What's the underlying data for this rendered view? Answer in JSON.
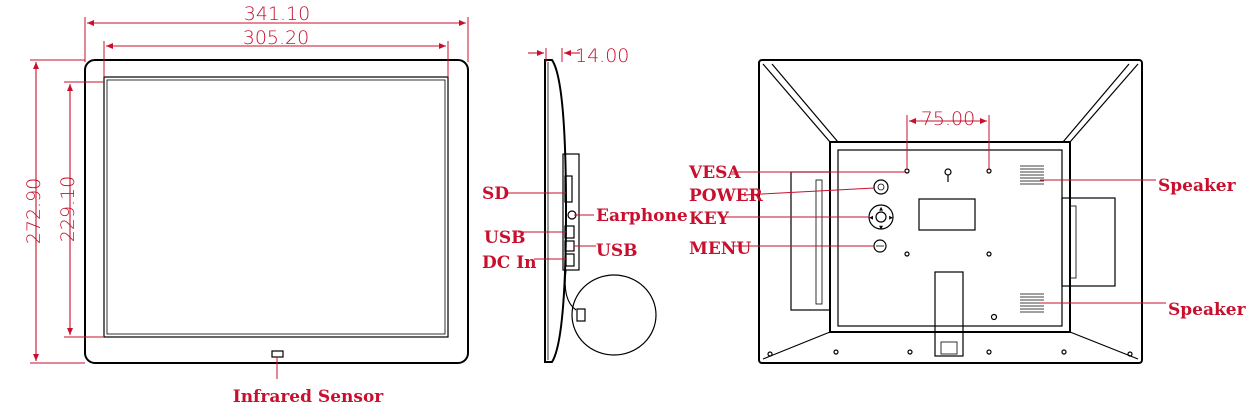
{
  "colors": {
    "dimension": "#c8102e",
    "outline": "#000000",
    "label": "#c8102e"
  },
  "front": {
    "overall_width": "341.10",
    "screen_width": "305.20",
    "overall_height": "272.90",
    "screen_height": "229.10",
    "infrared_sensor": "Infrared Sensor"
  },
  "side": {
    "depth": "14.00",
    "sd": "SD",
    "earphone": "Earphone",
    "usb_left": "USB",
    "usb_right": "USB",
    "dc_in": "DC In"
  },
  "back": {
    "vesa_spacing": "75.00",
    "vesa": "VESA",
    "power": "POWER",
    "key": "KEY",
    "menu": "MENU",
    "speaker_top": "Speaker",
    "speaker_bottom": "Speaker"
  }
}
